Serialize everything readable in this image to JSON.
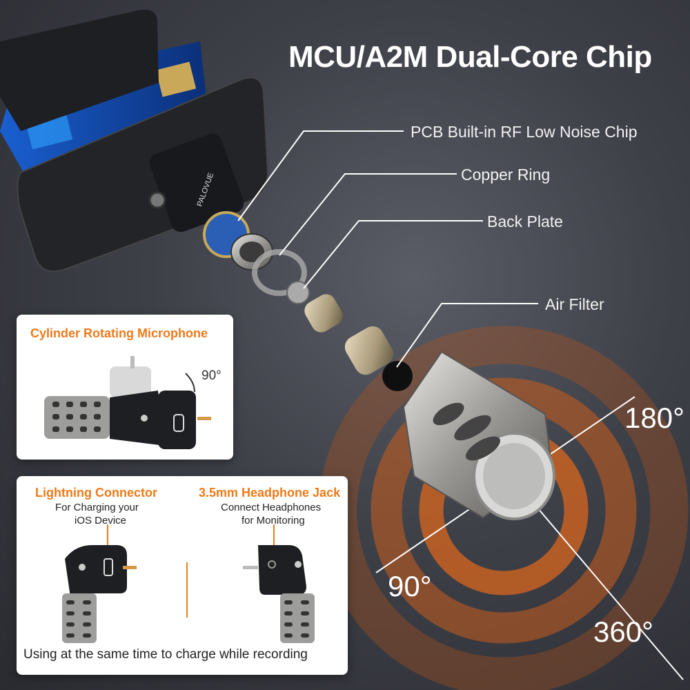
{
  "headline": "MCU/A2M Dual-Core Chip",
  "brand_mark": "PALOVUE",
  "callouts": {
    "pcb": "PCB Built-in RF Low Noise Chip",
    "copper": "Copper Ring",
    "back_plate": "Back Plate",
    "air_filter": "Air Filter"
  },
  "angles": {
    "a180": "180°",
    "a90": "90°",
    "a360": "360°"
  },
  "rotating_card": {
    "title": "Cylinder Rotating Microphone",
    "rotation": "90°"
  },
  "ports_card": {
    "lightning_title": "Lightning Connector",
    "lightning_desc_1": "For Charging your",
    "lightning_desc_2": "iOS Device",
    "jack_title": "3.5mm Headphone Jack",
    "jack_desc_1": "Connect Headphones",
    "jack_desc_2": "for Monitoring",
    "footer": "Using at the same time to charge while recording"
  },
  "colors": {
    "accent": "#f07a1a",
    "background": "#3e4048",
    "wave": "#c75a18"
  }
}
